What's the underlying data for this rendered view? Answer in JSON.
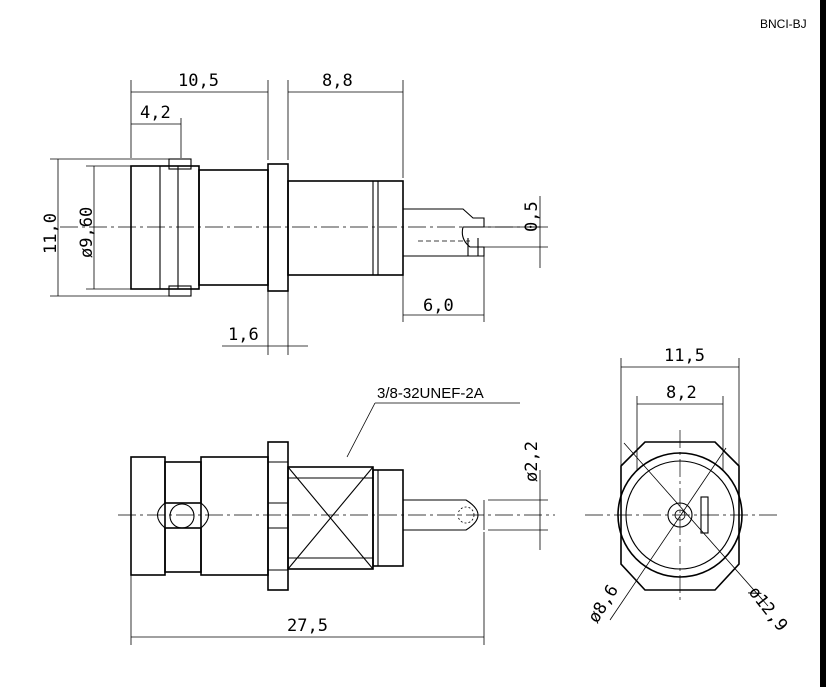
{
  "title": "BNCI-BJ",
  "thread_label": "3/8-32UNEF-2A",
  "dimensions": {
    "d_10_5": "10,5",
    "d_8_8": "8,8",
    "d_4_2": "4,2",
    "d_11_0": "11,0",
    "d_9_60": "ø9,60",
    "d_0_5": "0,5",
    "d_6_0": "6,0",
    "d_1_6": "1,6",
    "d_2_2": "ø2,2",
    "d_27_5": "27,5",
    "d_11_5": "11,5",
    "d_8_2": "8,2",
    "d_8_6": "ø8,6",
    "d_12_9": "ø12,9"
  }
}
